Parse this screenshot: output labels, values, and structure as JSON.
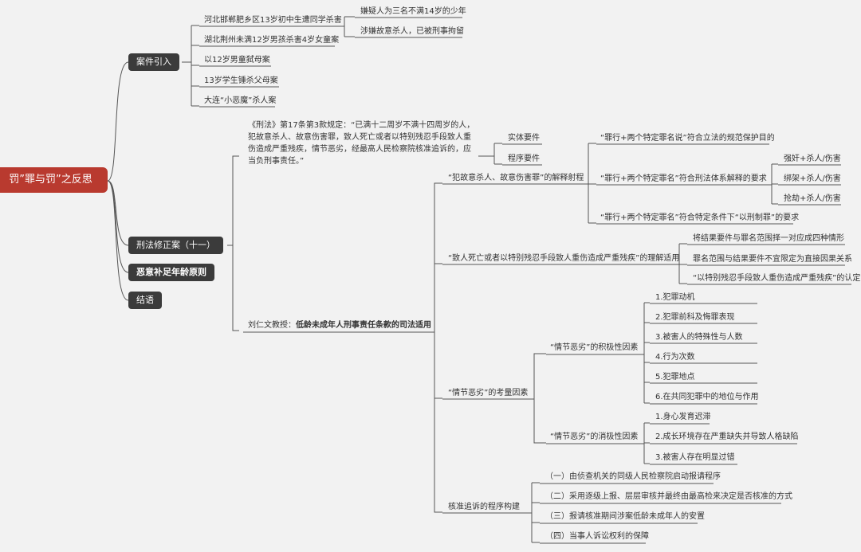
{
  "root": "罚”罪与罚”之反思",
  "branches": {
    "case_intro": {
      "label": "案件引入",
      "cases": [
        "河北邯郸肥乡区13岁初中生遭同学杀害",
        "湖北荆州未满12岁男孩杀害4岁女童案",
        "以12岁男童弑母案",
        "13岁学生锤杀父母案",
        "大连“小恶魔”杀人案"
      ],
      "case1_sub": [
        "嫌疑人为三名不满14岁的少年",
        "涉嫌故意杀人，已被刑事拘留"
      ]
    },
    "amendment": {
      "label": "刑法修正案（十一）",
      "provision": "《刑法》第17条第3款规定：“已满十二周岁不满十四周岁的人，犯故意杀人、故意伤害罪，致人死亡或者以特别残忍手段致人重伤造成严重残疾，情节恶劣，经最高人民检察院核准追诉的，应当负刑事责任。”",
      "provision_children": [
        "实体要件",
        "程序要件"
      ],
      "professor": "刘仁文教授：",
      "professor_topic": "低龄未成年人刑事责任条款的司法适用",
      "topics": {
        "t1": {
          "label": "“犯故意杀人、故意伤害罪”的解释射程",
          "items": [
            "“罪行+两个特定罪名说”符合立法的规范保护目的",
            "“罪行+两个特定罪名”符合刑法体系解释的要求",
            "“罪行+两个特定罪名”符合特定条件下“以刑制罪”的要求"
          ],
          "crimes": [
            "强奸+杀人/伤害",
            "绑架+杀人/伤害",
            "抢劫+杀人/伤害"
          ]
        },
        "t2": {
          "label": "“致人死亡或者以特别残忍手段致人重伤造成严重残疾”的理解适用",
          "items": [
            "将结果要件与罪名范围择一对应成四种情形",
            "罪名范围与结果要件不宜限定为直接因果关系",
            "“以特别残忍手段致人重伤造成严重残疾”的认定"
          ]
        },
        "t3": {
          "label": "“情节恶劣”的考量因素",
          "positive": {
            "label": "“情节恶劣”的积极性因素",
            "items": [
              "1.犯罪动机",
              "2.犯罪前科及悔罪表现",
              "3.被害人的特殊性与人数",
              "4.行为次数",
              "5.犯罪地点",
              "6.在共同犯罪中的地位与作用"
            ]
          },
          "negative": {
            "label": "“情节恶劣”的消极性因素",
            "items": [
              "1.身心发育迟滞",
              "2.成长环境存在严重缺失并导致人格缺陷",
              "3.被害人存在明显过错"
            ]
          }
        },
        "t4": {
          "label": "核准追诉的程序构建",
          "items": [
            "（一）由侦查机关的同级人民检察院启动报请程序",
            "（二）采用逐级上报、层层审核并最终由最高检来决定是否核准的方式",
            "（三）报请核准期间涉案低龄未成年人的安置",
            "（四）当事人诉讼权利的保障"
          ]
        }
      }
    },
    "principle": {
      "label": "恶意补足年龄原则"
    },
    "conclusion": {
      "label": "结语"
    }
  },
  "colors": {
    "root": "#b93a2f",
    "box": "#3b3b3b",
    "line": "#555555",
    "background": "#f2f2f2"
  }
}
